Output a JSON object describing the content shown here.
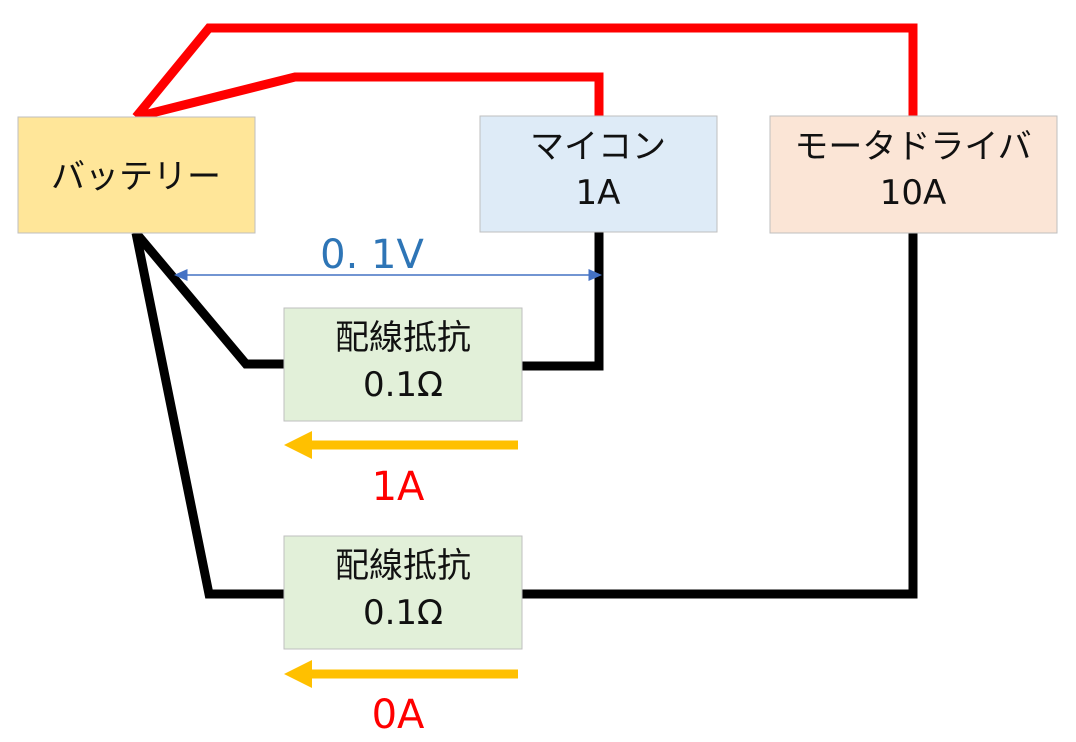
{
  "colors": {
    "battery_fill": "#FFE699",
    "mcu_fill": "#DEEBF7",
    "motor_fill": "#FBE5D6",
    "resistor_fill": "#E2F0D9",
    "box_border": "#BFBFBF",
    "positive_wire": "#FF0000",
    "negative_wire": "#000000",
    "current_arrow": "#FFC000",
    "current_label": "#FF0000",
    "voltage_label": "#2E75B6",
    "voltage_arrow": "#4472C4"
  },
  "components": {
    "battery": {
      "label": "バッテリー"
    },
    "mcu": {
      "label": "マイコン",
      "current": "1A"
    },
    "motor_driver": {
      "label": "モータドライバ",
      "current": "10A"
    },
    "resistor_top": {
      "label": "配線抵抗",
      "value": "0.1Ω"
    },
    "resistor_bottom": {
      "label": "配線抵抗",
      "value": "0.1Ω"
    }
  },
  "annotations": {
    "voltage_drop": "0. 1V",
    "current_top": "1A",
    "current_bottom": "0A"
  }
}
